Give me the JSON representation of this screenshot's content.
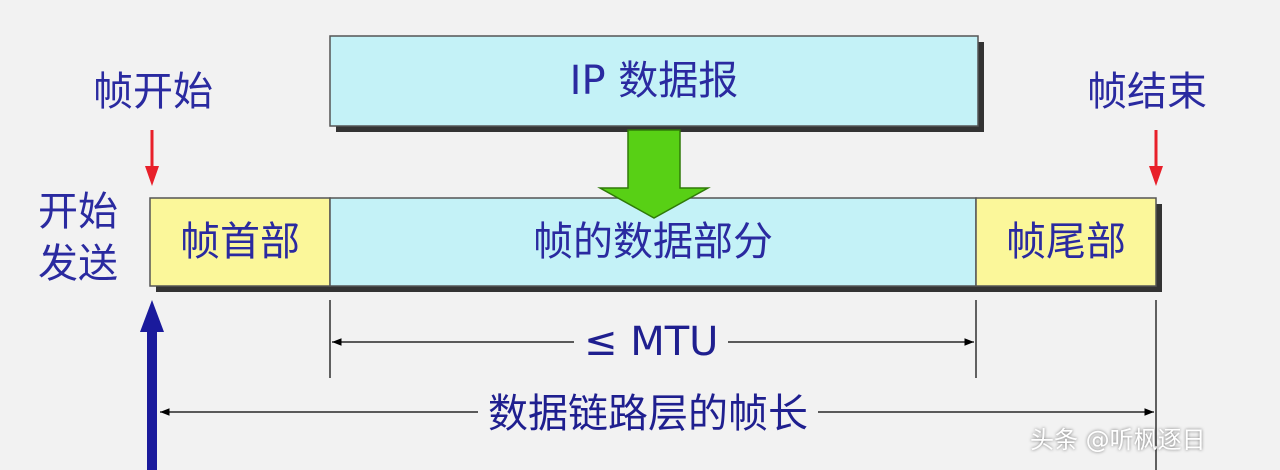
{
  "ip_datagram": {
    "label": "IP 数据报"
  },
  "frame_start": {
    "label": "帧开始"
  },
  "frame_end": {
    "label": "帧结束"
  },
  "start_send": {
    "line1": "开始",
    "line2": "发送"
  },
  "frame": {
    "header_label": "帧首部",
    "data_label": "帧的数据部分",
    "trailer_label": "帧尾部"
  },
  "mtu": {
    "label": "≤ MTU"
  },
  "frame_length": {
    "label": "数据链路层的帧长"
  },
  "watermark": {
    "text": "头条 @听枫逐日"
  },
  "colors": {
    "cyan_fill": "#c4f2f7",
    "yellow_fill": "#fbf79a",
    "text_blue": "#2a2aa0",
    "red_arrow": "#e8202a",
    "green_arrow": "#58d015",
    "send_arrow": "#1a1a9c"
  }
}
